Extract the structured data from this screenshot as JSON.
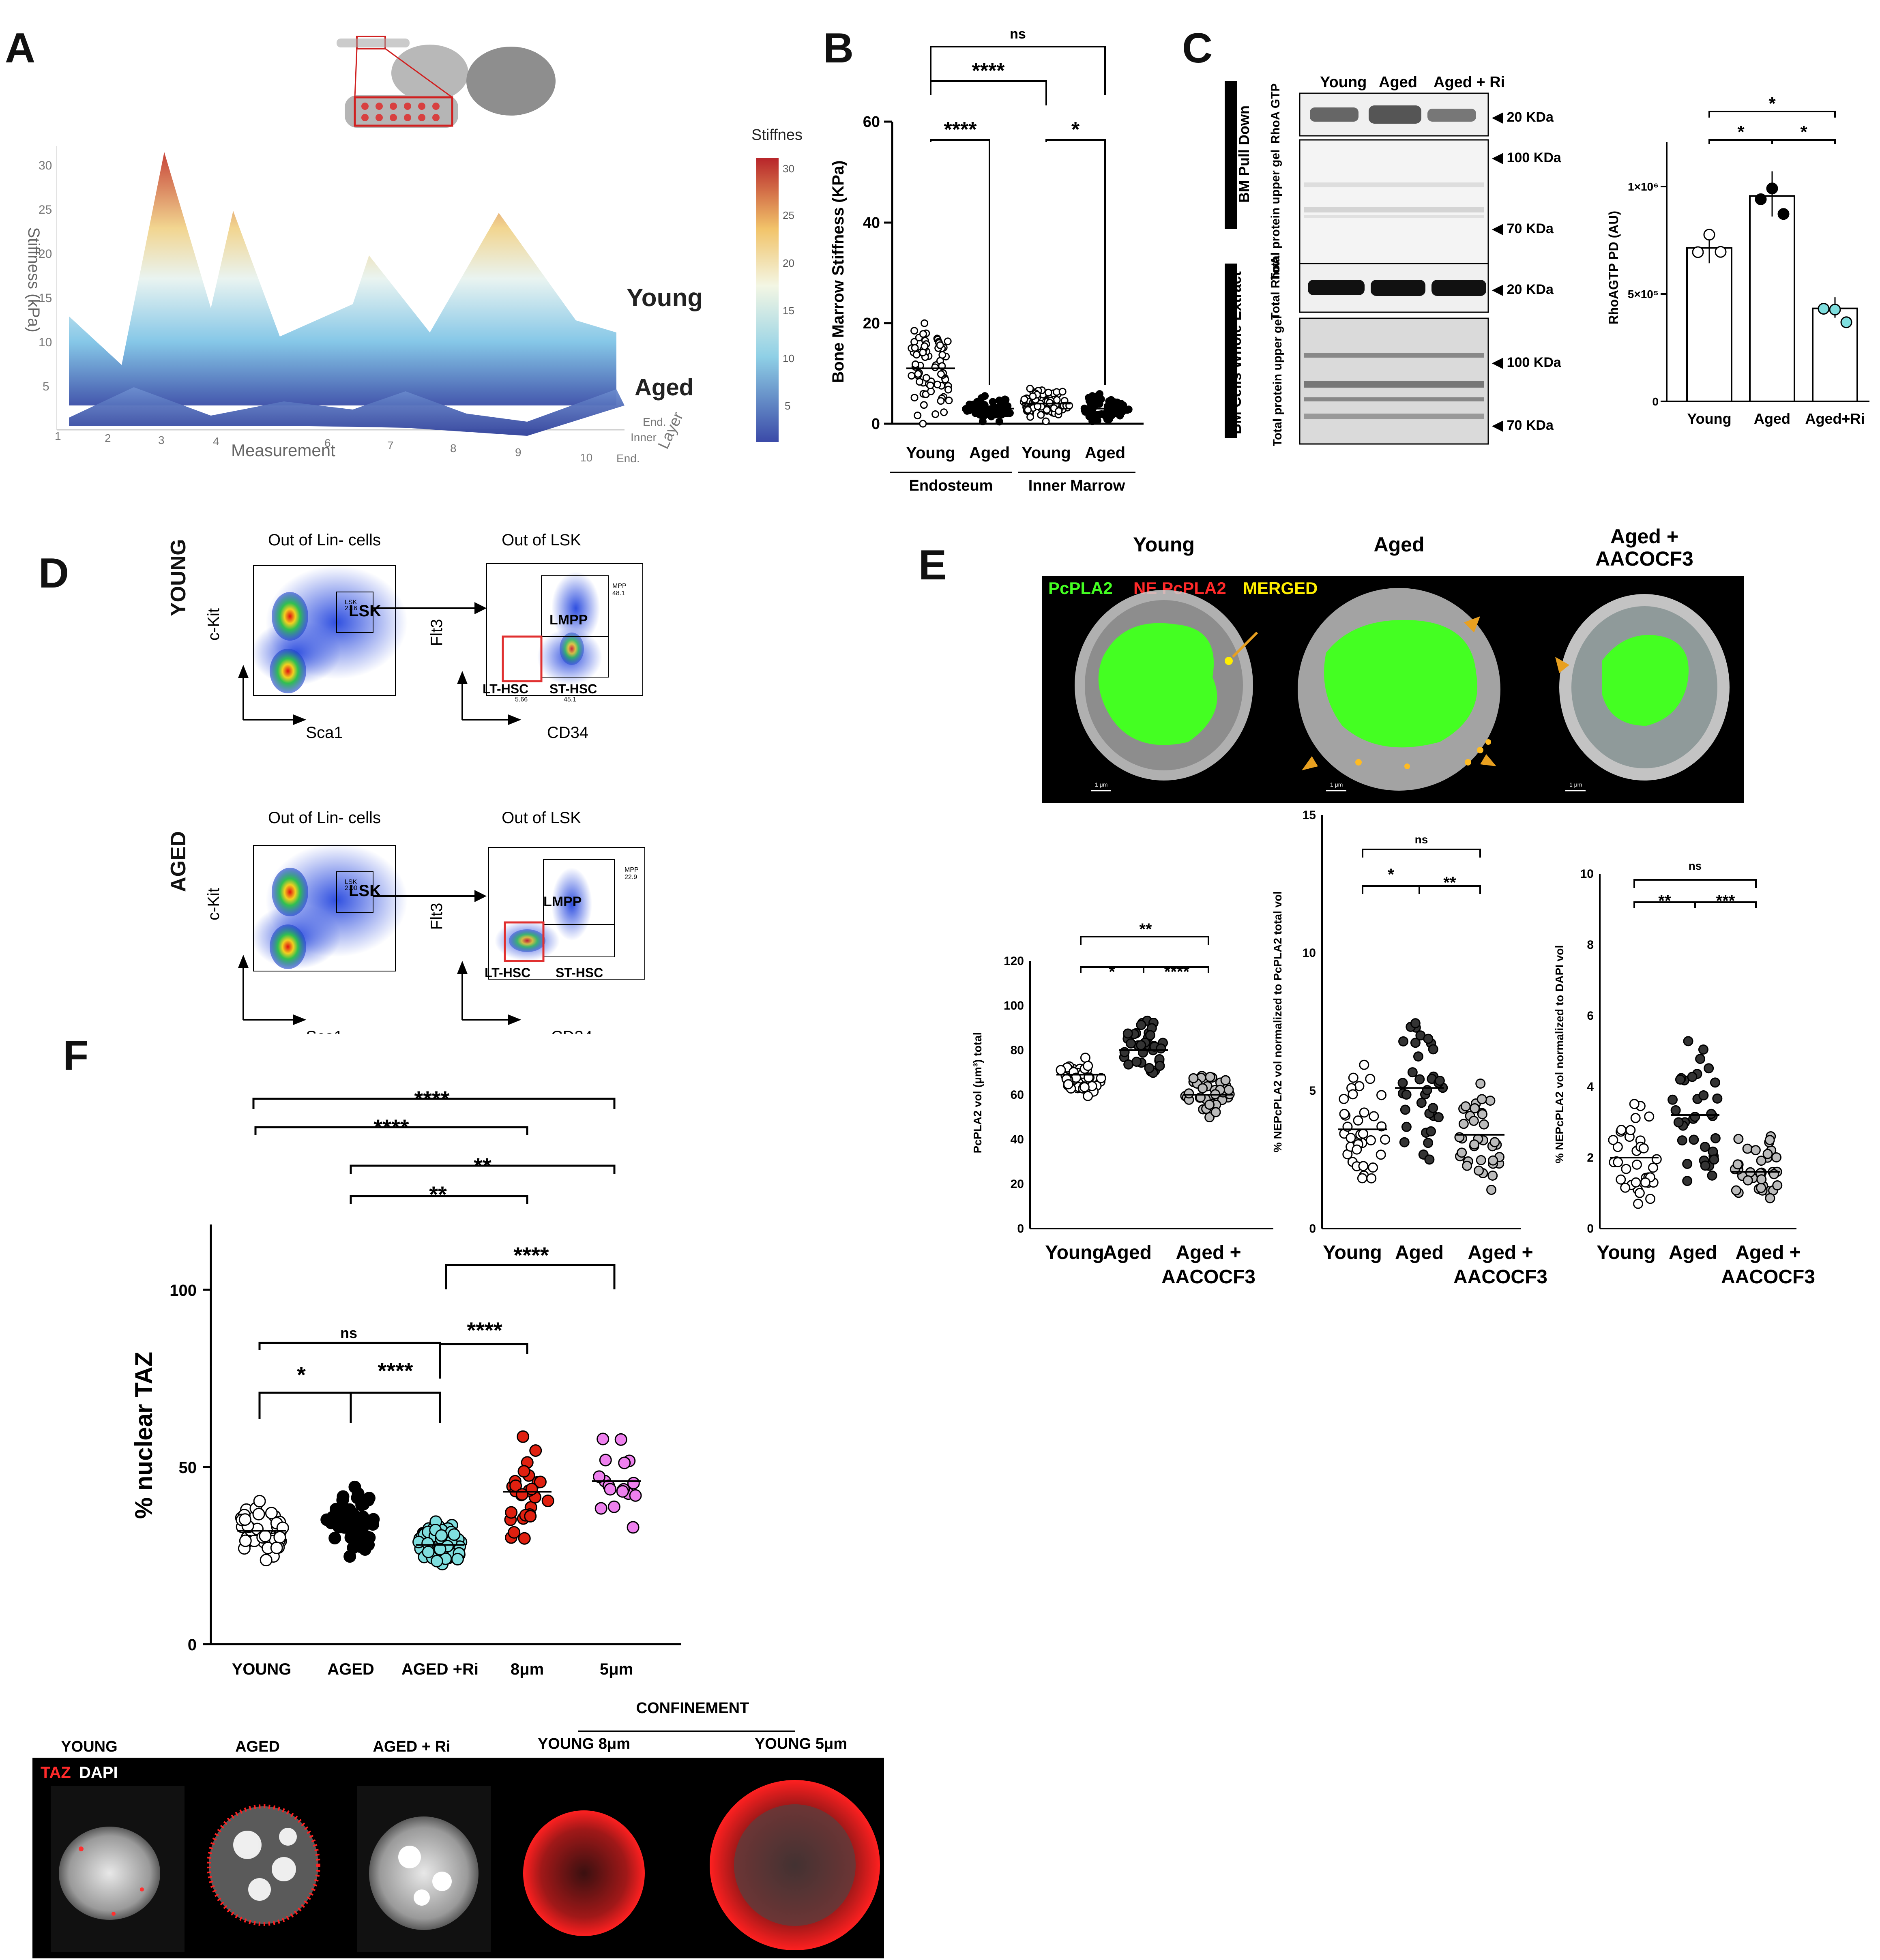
{
  "panels": {
    "A": "A",
    "B": "B",
    "C": "C",
    "D": "D",
    "E": "E",
    "F": "F"
  },
  "colors": {
    "young_fill": "#ffffff",
    "aged_fill": "#000000",
    "aged_ri_fill": "#7fdede",
    "c8_fill": "#e02010",
    "c5_fill": "#ee80ee",
    "pcpla2": "#44ff22",
    "ne": "#ff2a2a",
    "merged": "#ffee00",
    "grey_pt": "#bbbbbb"
  },
  "panelA": {
    "colorbar_title": "Stiffness",
    "colorbar_ticks": [
      "30",
      "25",
      "20",
      "15",
      "10",
      "5"
    ],
    "z_title": "Stiffness (kPa)",
    "z_ticks": [
      "30",
      "25",
      "20",
      "15",
      "10",
      "5"
    ],
    "x_title": "Measurement",
    "x_ticks": [
      "1",
      "2",
      "3",
      "4",
      "5",
      "6",
      "7",
      "8",
      "9",
      "10"
    ],
    "layer_title": "Layer",
    "layer_ticks": [
      "End.",
      "Inner",
      "End."
    ],
    "young_label": "Young",
    "aged_label": "Aged"
  },
  "panelB": {
    "ylabel": "Bone Marrow Stiffness (KPa)",
    "yticks": [
      "0",
      "20",
      "40",
      "60"
    ],
    "groups": [
      "Young",
      "Aged",
      "Young",
      "Aged"
    ],
    "regions": [
      "Endosteum",
      "Inner Marrow"
    ],
    "sig": [
      "ns",
      "****",
      "****",
      "*"
    ],
    "chart_data": {
      "type": "scatter",
      "categories": [
        "Endosteum Young",
        "Endosteum Aged",
        "Inner Marrow Young",
        "Inner Marrow Aged"
      ],
      "means": [
        11,
        3,
        4,
        3
      ],
      "ylim": [
        0,
        60
      ],
      "ylabel": "Bone Marrow Stiffness (KPa)"
    }
  },
  "panelC": {
    "lanes": [
      "Young",
      "Aged",
      "Aged + Ri"
    ],
    "side_pull": "BM Pull Down",
    "side_whole": "BM Cells Whole Extract",
    "row_labels": [
      "RhoA GTP",
      "Total protein upper gel",
      "Total RhoA",
      "Total protein upper gel"
    ],
    "markers": [
      "◀ 20 KDa",
      "◀ 100 KDa",
      "◀ 70 KDa",
      "◀ 20 KDa",
      "◀ 100 KDa",
      "◀ 70 KDa"
    ],
    "bar_ylabel": "RhoAGTP PD (AU)",
    "bar_yticks": [
      "1×10⁶",
      "5×10⁵",
      "0"
    ],
    "bar_groups": [
      "Young",
      "Aged",
      "Aged+Ri"
    ],
    "sig": [
      "*",
      "*",
      "*"
    ],
    "chart_data": {
      "type": "bar",
      "categories": [
        "Young",
        "Aged",
        "Aged+Ri"
      ],
      "values": [
        710000,
        950000,
        430000
      ],
      "ylim": [
        0,
        1200000
      ]
    }
  },
  "panelD": {
    "young": "YOUNG",
    "aged": "AGED",
    "t1": "Out of Lin- cells",
    "t2": "Out of LSK",
    "ckit": "c-Kit",
    "sca1": "Sca1",
    "flt3": "Flt3",
    "cd34": "CD34",
    "lsk": "LSK",
    "lmpp": "LMPP",
    "lthsc": "LT-HSC",
    "sthsc": "ST-HSC",
    "lsk_small": "LSK",
    "mpp_small": "MPP",
    "y_lsk_val": "2.16",
    "a_lsk_val": "2.00",
    "y_mpp_val": "48.1",
    "a_mpp_val": "22.9",
    "y_lt_val": "5.66",
    "y_st_val": "45.1"
  },
  "panelE": {
    "titles": [
      "Young",
      "Aged",
      "Aged +\nAACOCF3"
    ],
    "title3a": "Aged +",
    "title3b": "AACOCF3",
    "legend_pc": "PcPLA2",
    "legend_ne": "NE PcPLA2",
    "legend_merged": "MERGED",
    "scale": "1 μm",
    "plots": [
      {
        "ylabel": "PcPLA2 vol (μm³) total",
        "yticks": [
          "0",
          "20",
          "40",
          "60",
          "80",
          "100",
          "120"
        ],
        "sig": [
          "**",
          "*",
          "****"
        ]
      },
      {
        "ylabel": "% NEPcPLA2 vol normalized to PcPLA2 total vol",
        "yticks": [
          "0",
          "5",
          "10",
          "15"
        ],
        "sig": [
          "ns",
          "*",
          "**"
        ]
      },
      {
        "ylabel": "% NEPcPLA2 vol normalized to DAPI vol",
        "yticks": [
          "0",
          "2",
          "4",
          "6",
          "8",
          "10"
        ],
        "sig": [
          "ns",
          "**",
          "***"
        ]
      }
    ],
    "xg1": "Young",
    "xg2": "Aged",
    "xg3a": "Aged +",
    "xg3b": "AACOCF3",
    "chart_data": [
      {
        "type": "scatter",
        "categories": [
          "Young",
          "Aged",
          "Aged + AACOCF3"
        ],
        "means": [
          69,
          80,
          60
        ],
        "ylim": [
          0,
          120
        ]
      },
      {
        "type": "scatter",
        "categories": [
          "Young",
          "Aged",
          "Aged + AACOCF3"
        ],
        "means": [
          3.6,
          5.1,
          3.4
        ],
        "ylim": [
          0,
          15
        ]
      },
      {
        "type": "scatter",
        "categories": [
          "Young",
          "Aged",
          "Aged + AACOCF3"
        ],
        "means": [
          2.0,
          3.2,
          1.6
        ],
        "ylim": [
          0,
          10
        ]
      }
    ]
  },
  "panelF": {
    "ylabel": "% nuclear TAZ",
    "yticks": [
      "0",
      "50",
      "100"
    ],
    "groups": [
      "YOUNG",
      "AGED",
      "AGED +Ri",
      "8μm",
      "5μm"
    ],
    "sig": [
      "****",
      "****",
      "**",
      "**",
      "****",
      "ns",
      "*",
      "****",
      "****"
    ],
    "chart_data": {
      "type": "scatter",
      "categories": [
        "YOUNG",
        "AGED",
        "AGED +Ri",
        "8μm",
        "5μm"
      ],
      "means": [
        32,
        35,
        28,
        43,
        46
      ],
      "ylim": [
        0,
        115
      ],
      "ylabel": "% nuclear TAZ"
    },
    "img_titles": [
      "YOUNG",
      "AGED",
      "AGED + Ri",
      "YOUNG 8μm",
      "YOUNG 5μm"
    ],
    "confinement": "CONFINEMENT",
    "legend_taz": "TAZ",
    "legend_dapi": "DAPI"
  }
}
